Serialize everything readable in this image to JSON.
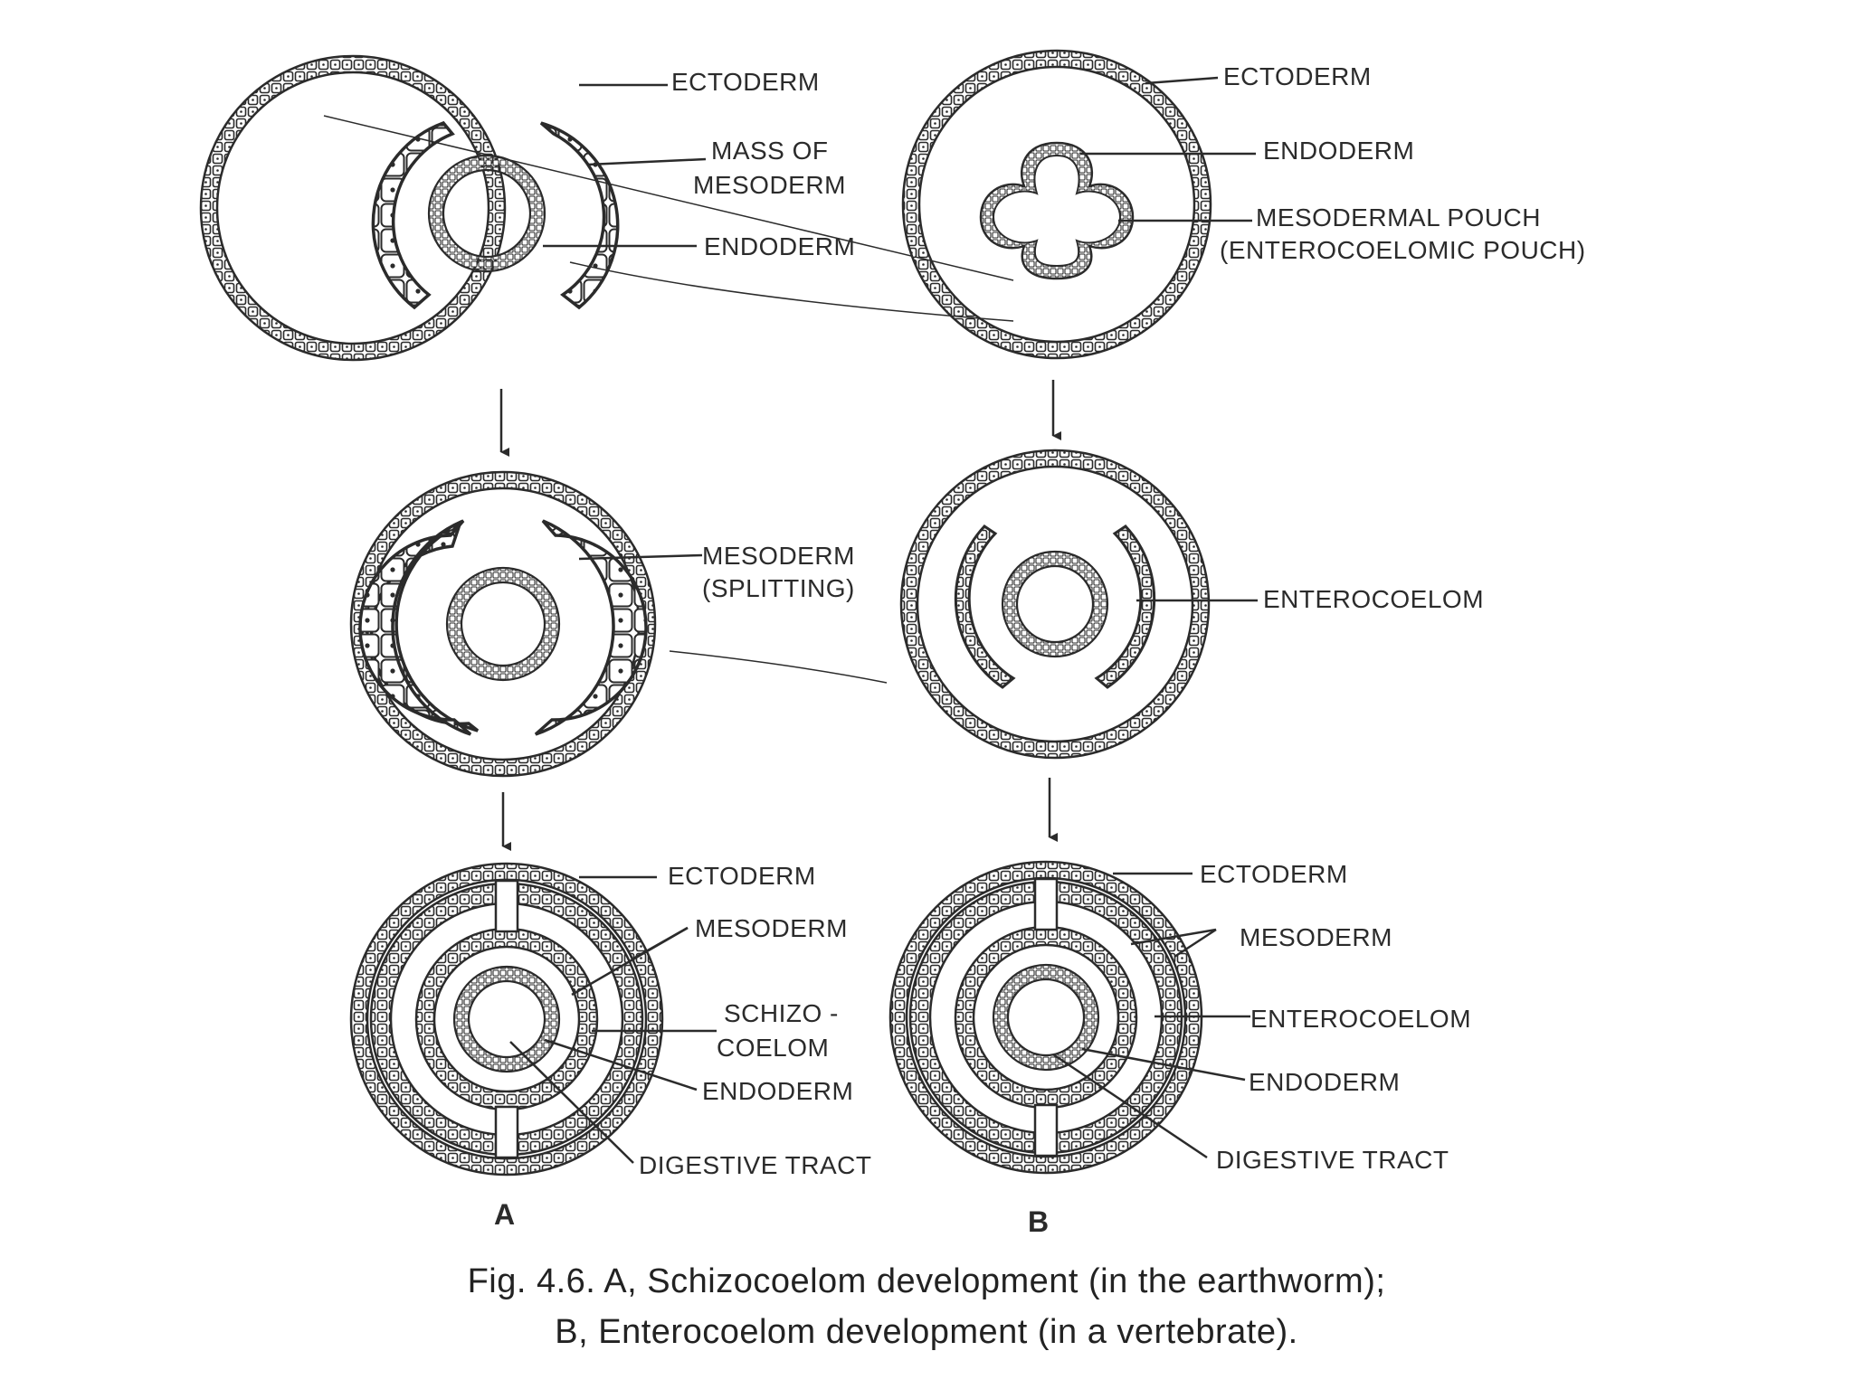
{
  "colors": {
    "ink": "#2b2b2b",
    "background": "#ffffff"
  },
  "panel_a": {
    "letter": "A",
    "stage1": {
      "ectoderm": "ECTODERM",
      "mesoderm_mass_l1": "MASS OF",
      "mesoderm_mass_l2": "MESODERM",
      "endoderm": "ENDODERM"
    },
    "stage2": {
      "mesoderm_l1": "MESODERM",
      "mesoderm_l2": "(SPLITTING)"
    },
    "stage3": {
      "ectoderm": "ECTODERM",
      "mesoderm": "MESODERM",
      "schizocoelom_l1": "SCHIZO -",
      "schizocoelom_l2": "COELOM",
      "endoderm": "ENDODERM",
      "digestive_tract": "DIGESTIVE TRACT"
    }
  },
  "panel_b": {
    "letter": "B",
    "stage1": {
      "ectoderm": "ECTODERM",
      "endoderm": "ENDODERM",
      "pouch_l1": "MESODERMAL POUCH",
      "pouch_l2": "(ENTEROCOELOMIC POUCH)"
    },
    "stage2": {
      "enterocoelom": "ENTEROCOELOM"
    },
    "stage3": {
      "ectoderm": "ECTODERM",
      "mesoderm": "MESODERM",
      "enterocoelom": "ENTEROCOELOM",
      "endoderm": "ENDODERM",
      "digestive_tract": "DIGESTIVE TRACT"
    }
  },
  "caption": {
    "line1": "Fig. 4.6. A, Schizocoelom development (in the earthworm);",
    "line2": "B, Enterocoelom development (in a vertebrate)."
  }
}
